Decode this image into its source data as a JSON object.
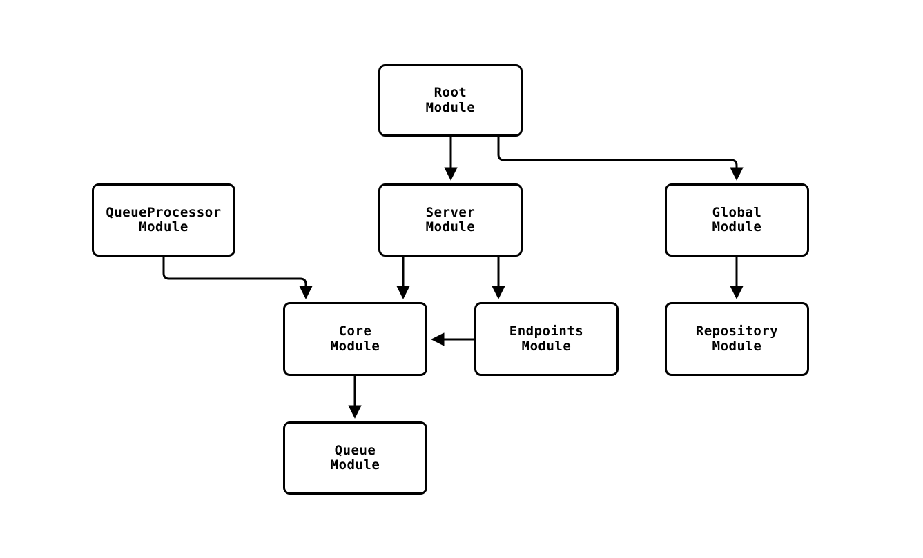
{
  "diagram": {
    "type": "module-dependency-flowchart",
    "background_color": "#ffffff",
    "node_fill_color": "#ffffff",
    "node_border_color": "#000000",
    "edge_color": "#000000",
    "nodes": [
      {
        "id": "root",
        "label": "Root\nModule"
      },
      {
        "id": "queueprocessor",
        "label": "QueueProcessor\nModule"
      },
      {
        "id": "server",
        "label": "Server\nModule"
      },
      {
        "id": "global",
        "label": "Global\nModule"
      },
      {
        "id": "core",
        "label": "Core\nModule"
      },
      {
        "id": "endpoints",
        "label": "Endpoints\nModule"
      },
      {
        "id": "repository",
        "label": "Repository\nModule"
      },
      {
        "id": "queue",
        "label": "Queue\nModule"
      }
    ],
    "edges": [
      {
        "from": "Root Module",
        "to": "Server Module"
      },
      {
        "from": "Root Module",
        "to": "Global Module"
      },
      {
        "from": "QueueProcessor Module",
        "to": "Core Module"
      },
      {
        "from": "Server Module",
        "to": "Core Module"
      },
      {
        "from": "Server Module",
        "to": "Endpoints Module"
      },
      {
        "from": "Endpoints Module",
        "to": "Core Module"
      },
      {
        "from": "Core Module",
        "to": "Queue Module"
      },
      {
        "from": "Global Module",
        "to": "Repository Module"
      }
    ]
  }
}
